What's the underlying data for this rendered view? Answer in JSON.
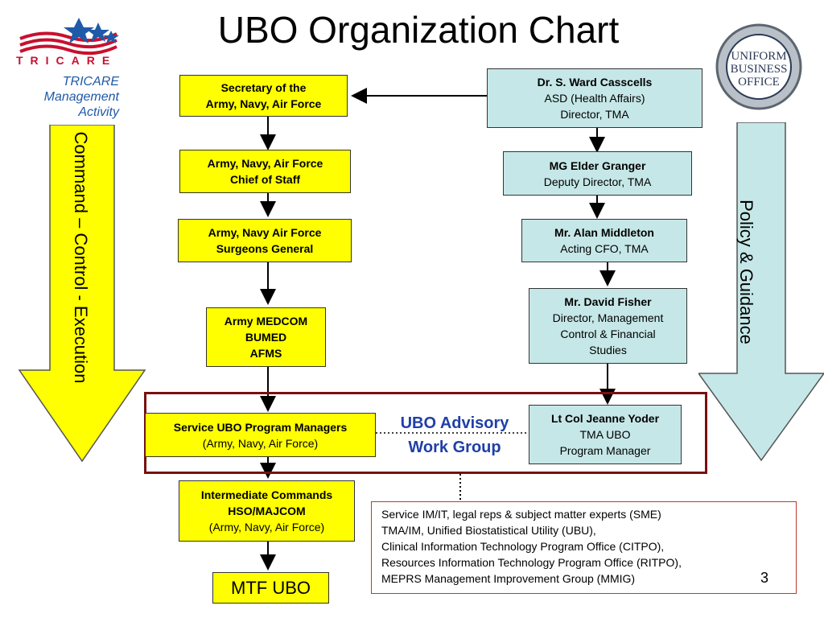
{
  "title": "UBO Organization Chart",
  "logo": {
    "tricare_word": "TRICARE",
    "lines": [
      "TRICARE",
      "Management",
      "Activity"
    ]
  },
  "seal": {
    "label": "Uniform Business Office"
  },
  "left_arrow": {
    "label": "Command – Control - Execution",
    "color": "#ffff00"
  },
  "right_arrow": {
    "label": "Policy & Guidance",
    "color": "#c6e7e7"
  },
  "left_chain": [
    {
      "line1": "Secretary of the",
      "line2": "Army, Navy, Air Force",
      "line3": ""
    },
    {
      "line1": "Army, Navy, Air Force",
      "line2": "Chief of Staff",
      "line3": ""
    },
    {
      "line1": "Army, Navy Air Force",
      "line2": "Surgeons General",
      "line3": ""
    },
    {
      "line1": "Army MEDCOM",
      "line2": "BUMED",
      "line3": "AFMS"
    },
    {
      "line1": "Service UBO Program Managers",
      "line2": "(Army, Navy, Air Force)",
      "line3": ""
    },
    {
      "line1": "Intermediate Commands",
      "line2": "HSO/MAJCOM",
      "line3": "(Army, Navy, Air Force)"
    },
    {
      "line1": "MTF UBO"
    }
  ],
  "right_chain": [
    {
      "name": "Dr. S. Ward Casscells",
      "line2": "ASD (Health Affairs)",
      "line3": "Director, TMA"
    },
    {
      "name": "MG Elder Granger",
      "line2": "Deputy Director, TMA",
      "line3": ""
    },
    {
      "name": "Mr. Alan Middleton",
      "line2": "Acting CFO, TMA",
      "line3": ""
    },
    {
      "name": "Mr. David Fisher",
      "line2": "Director, Management",
      "line3": "Control & Financial",
      "line4": "Studies"
    },
    {
      "name": "Lt Col Jeanne Yoder",
      "line2": "TMA UBO",
      "line3": "Program Manager"
    }
  ],
  "advisory": {
    "line1": "UBO Advisory",
    "line2": "Work Group",
    "border_color": "#7a1010"
  },
  "note": [
    "Service IM/IT, legal reps & subject matter experts (SME)",
    "TMA/IM, Unified Biostatistical Utility (UBU),",
    "Clinical Information Technology Program Office (CITPO),",
    "Resources Information Technology Program Office (RITPO),",
    "MEPRS Management Improvement Group (MMIG)"
  ],
  "page_number": "3"
}
